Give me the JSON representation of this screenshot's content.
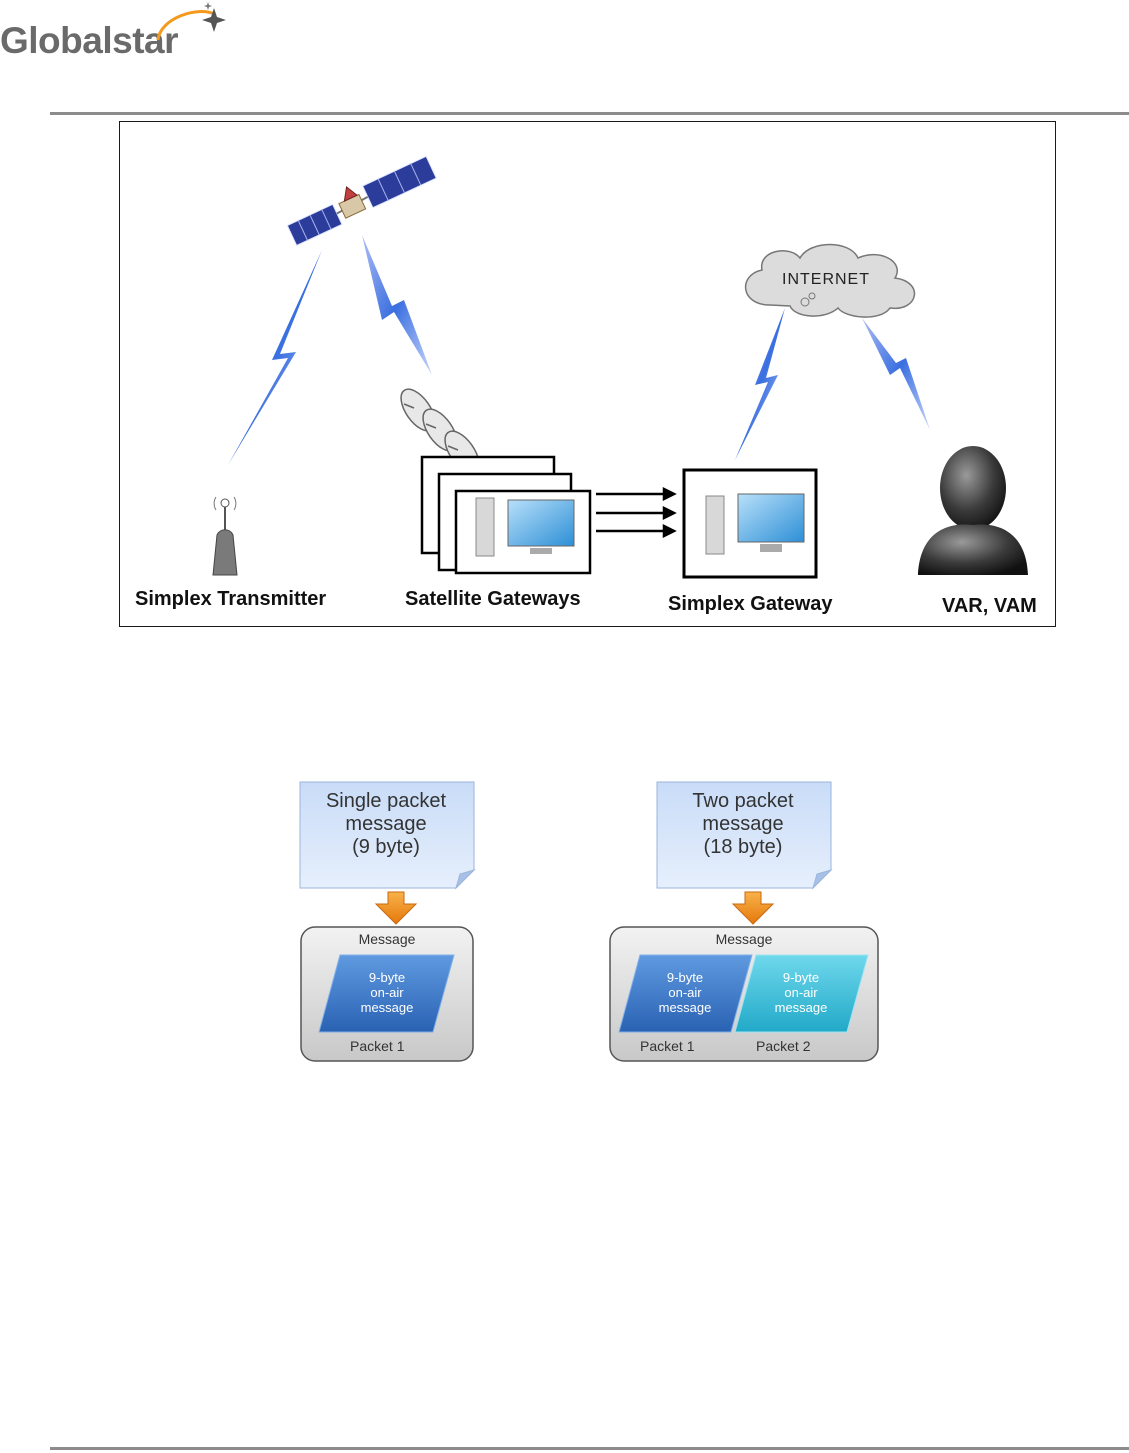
{
  "header": {
    "logo_text": "Globalstar"
  },
  "network_diagram": {
    "labels": {
      "transmitter": "Simplex Transmitter",
      "satellite_gateways": "Satellite Gateways",
      "simplex_gateway": "Simplex Gateway",
      "var_vam": "VAR, VAM",
      "internet": "INTERNET"
    }
  },
  "packet_diagram": {
    "single": {
      "note_lines": [
        "Single packet",
        "message",
        "(9 byte)"
      ],
      "container_label": "Message",
      "chip_lines": [
        "9-byte",
        "on-air",
        "message"
      ],
      "packet_label": "Packet 1"
    },
    "double": {
      "note_lines": [
        "Two packet",
        "message",
        "(18 byte)"
      ],
      "container_label": "Message",
      "chip1_lines": [
        "9-byte",
        "on-air",
        "message"
      ],
      "chip2_lines": [
        "9-byte",
        "on-air",
        "message"
      ],
      "packet1_label": "Packet 1",
      "packet2_label": "Packet 2"
    }
  },
  "colors": {
    "rule": "#8c8c8c",
    "note_fill": "#d6e6fb",
    "arrow_orange": "#f39a1e",
    "chip_dark_blue": "#3a78c8",
    "chip_cyan": "#3bbfd8",
    "lightning": "#3a6fe0"
  }
}
